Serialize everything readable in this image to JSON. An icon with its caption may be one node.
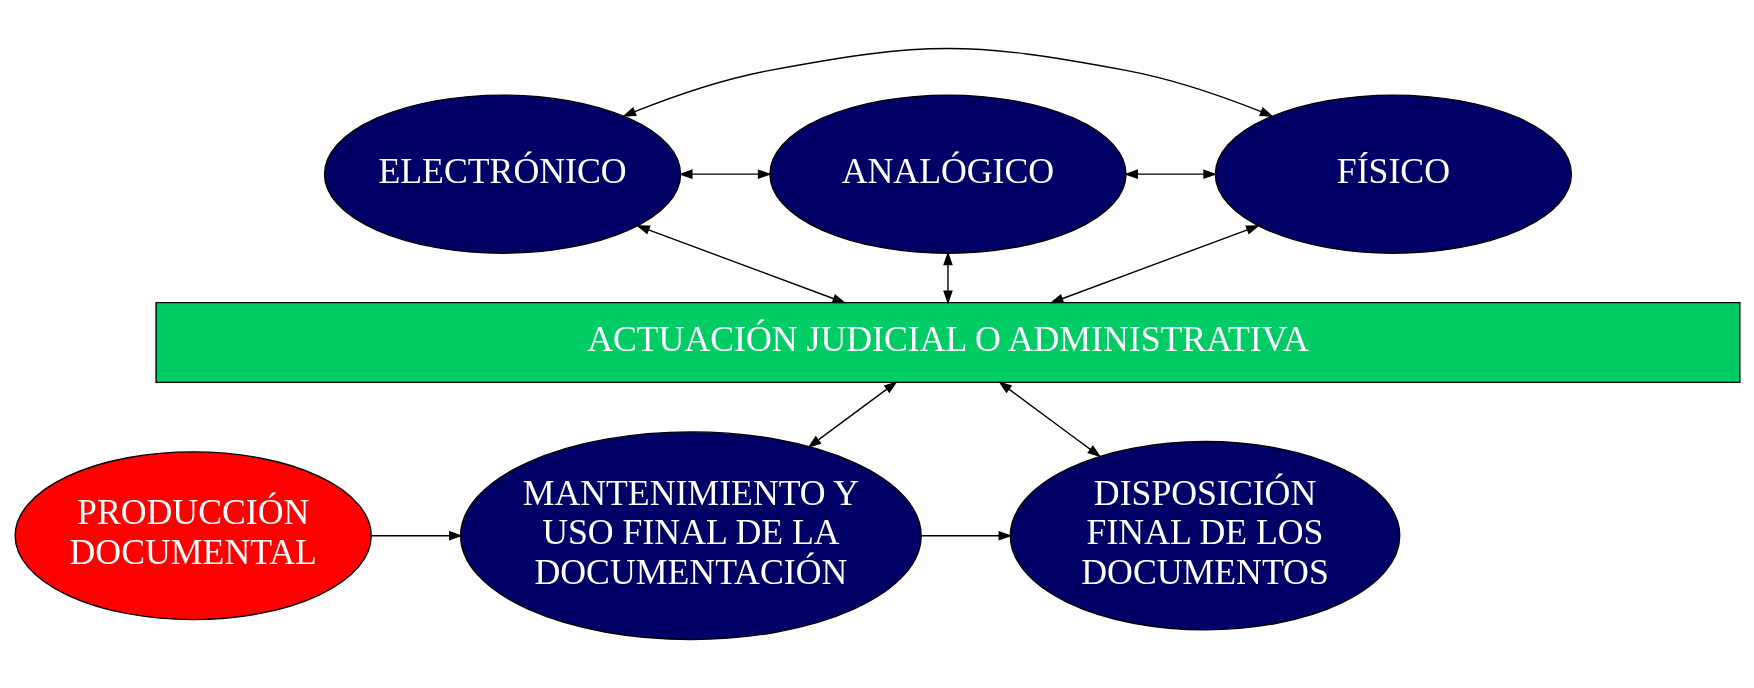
{
  "diagram": {
    "nodes": [
      {
        "text": [
          "ELECTRÓNICO"
        ]
      },
      {
        "text": [
          "ANALÓGICO"
        ]
      },
      {
        "text": [
          "FÍSICO"
        ]
      },
      {
        "text": [
          "ACTUACIÓN JUDICIAL O ADMINISTRATIVA"
        ]
      },
      {
        "text": [
          "PRODUCCIÓN DOCUMENTAL"
        ]
      },
      {
        "text": [
          "MANTENIMIENTO Y USO FINAL DE LA DOCUMENTACIÓN"
        ]
      },
      {
        "text": [
          "DISPOSICIÓN FINAL DE LOS DOCUMENTOS"
        ]
      }
    ],
    "edges": [
      {
        "from": 0,
        "to": 2,
        "arrow": "both"
      },
      {
        "from": 0,
        "to": 1,
        "arrow": "both"
      },
      {
        "from": 1,
        "to": 2,
        "arrow": "both"
      },
      {
        "from": 0,
        "to": 3,
        "arrow": "both"
      },
      {
        "from": 1,
        "to": 3,
        "arrow": "both"
      },
      {
        "from": 2,
        "to": 3,
        "arrow": "both"
      },
      {
        "from": 3,
        "to": 5,
        "arrow": "both"
      },
      {
        "from": 3,
        "to": 6,
        "arrow": "both"
      },
      {
        "from": 4,
        "to": 5,
        "arrow": "to"
      },
      {
        "from": 5,
        "to": 6,
        "arrow": "to"
      }
    ]
  }
}
